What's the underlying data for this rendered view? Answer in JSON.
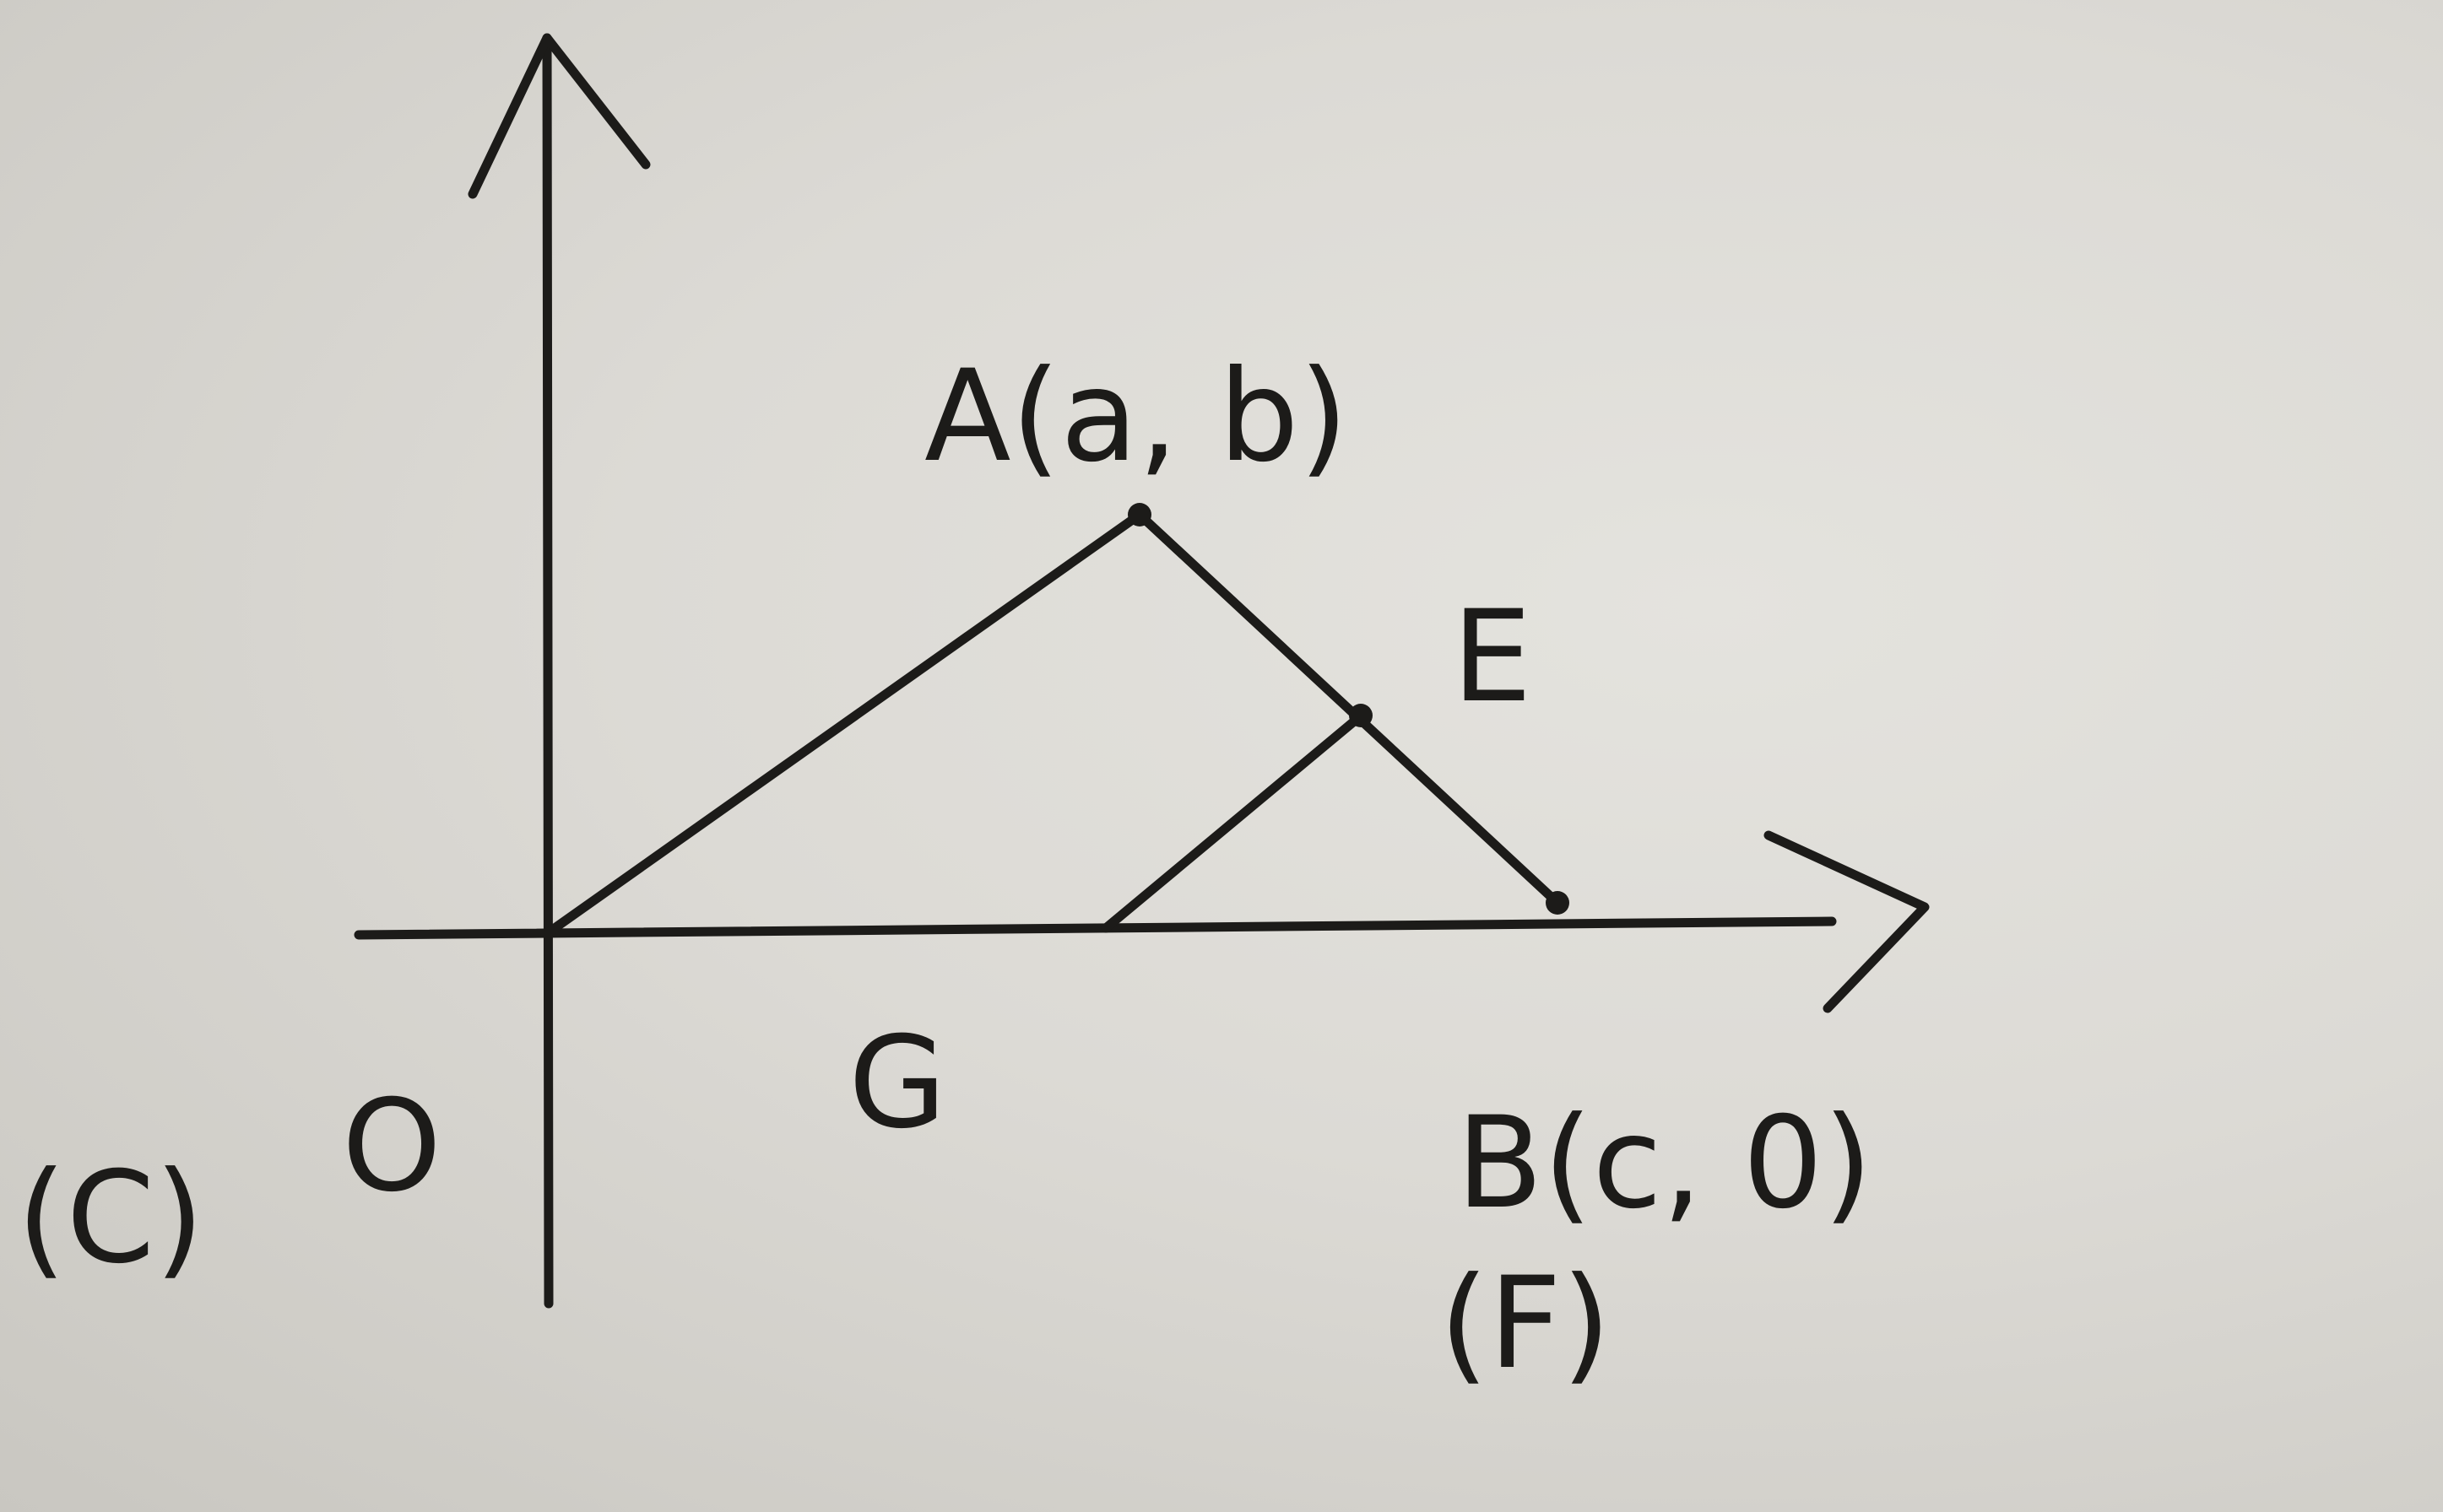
{
  "diagram": {
    "labels": {
      "A": "A(a, b)",
      "E": "E",
      "G": "G",
      "B": "B(c, 0)",
      "F": "(F)",
      "C": "(C)",
      "O": "O"
    },
    "colors": {
      "ink": "#1c1b19",
      "paper": "#dcdad5"
    }
  }
}
